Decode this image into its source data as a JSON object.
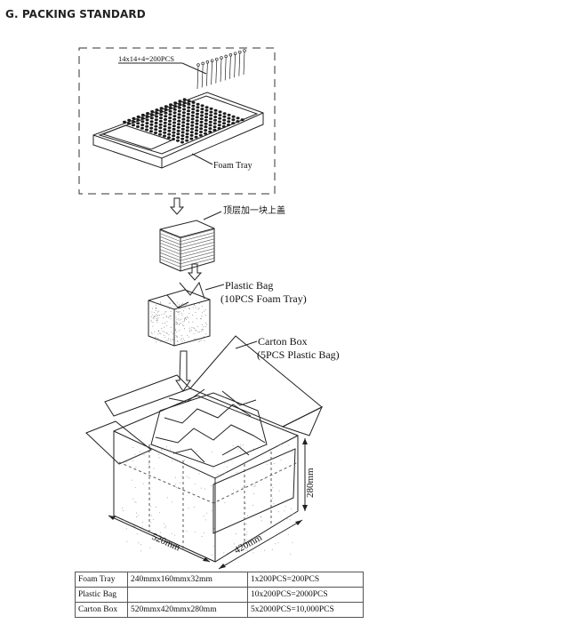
{
  "page": {
    "title": "G. PACKING STANDARD"
  },
  "diagram": {
    "tray_count_label": "14x14+4=200PCS",
    "foam_tray_label": "Foam Tray",
    "top_cover_label": "顶层加一块上盖",
    "plastic_bag_label": "Plastic Bag",
    "plastic_bag_sub": "(10PCS Foam Tray)",
    "carton_box_label": "Carton Box",
    "carton_box_sub": "(5PCS Plastic Bag)",
    "dim_length": "520mm",
    "dim_width": "420mm",
    "dim_height": "280mm"
  },
  "spec_table": {
    "rows": [
      {
        "item": "Foam Tray",
        "size": "240mmx160mmx32mm",
        "qty": "1x200PCS=200PCS"
      },
      {
        "item": "Plastic Bag",
        "size": "",
        "qty": "10x200PCS=2000PCS"
      },
      {
        "item": "Carton Box",
        "size": "520mmx420mmx280mm",
        "qty": "5x2000PCS=10,000PCS"
      }
    ]
  }
}
